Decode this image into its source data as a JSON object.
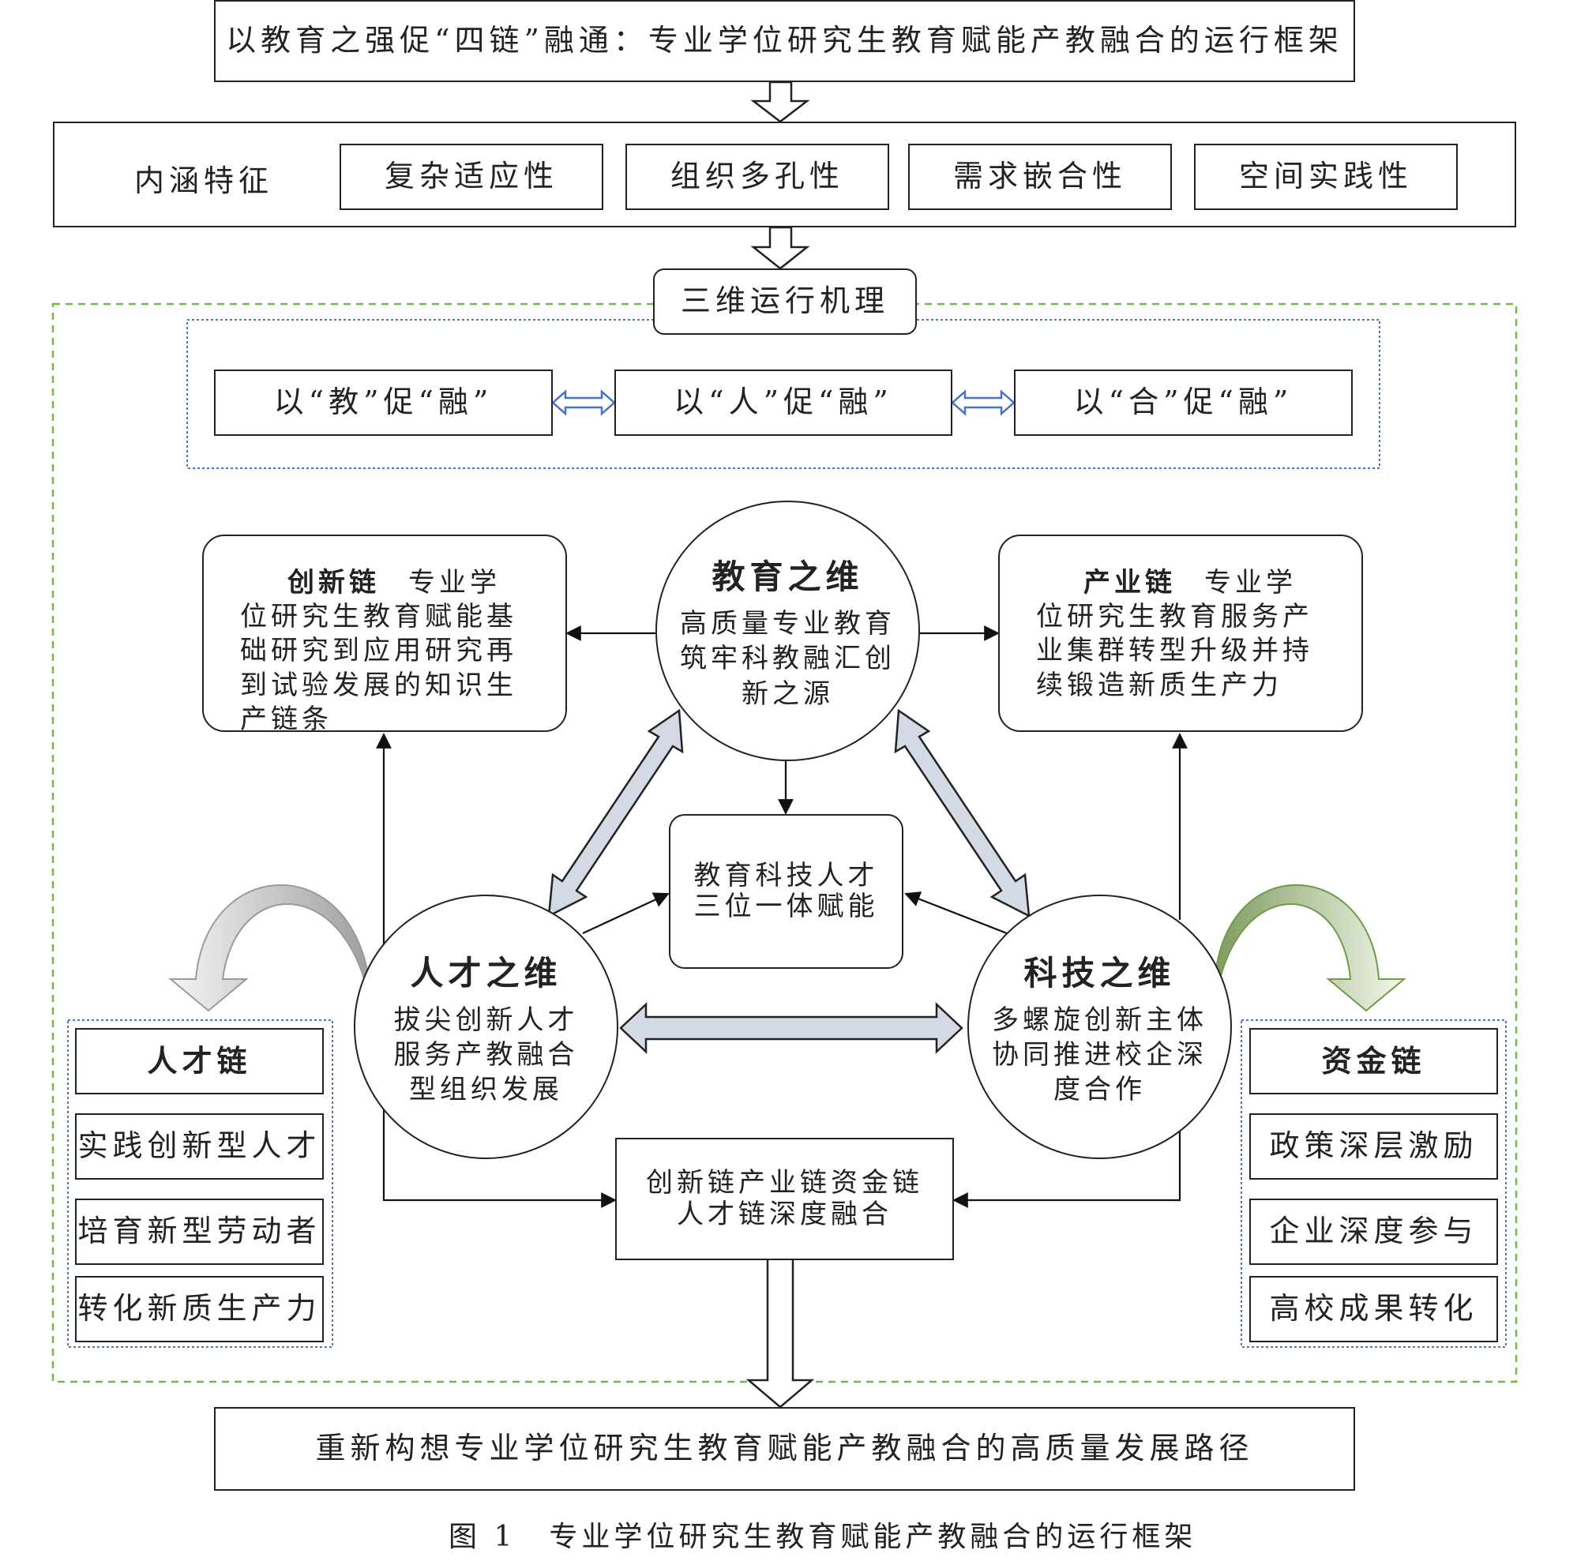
{
  "header": {
    "title": "以教育之强促“四链”融通：专业学位研究生教育赋能产教融合的运行框架"
  },
  "connotation": {
    "label": "内涵特征",
    "items": [
      "复杂适应性",
      "组织多孔性",
      "需求嵌合性",
      "空间实践性"
    ]
  },
  "mechanism": {
    "title": "三维运行机理",
    "items": [
      "以“教”促“融”",
      "以“人”促“融”",
      "以“合”促“融”"
    ]
  },
  "dimensions": {
    "education": {
      "title": "教育之维",
      "body": [
        "高质量专业教育",
        "筑牢科教融汇创",
        "新之源"
      ]
    },
    "talent": {
      "title": "人才之维",
      "body": [
        "拔尖创新人才",
        "服务产教融合",
        "型组织发展"
      ]
    },
    "tech": {
      "title": "科技之维",
      "body": [
        "多螺旋创新主体",
        "协同推进校企深",
        "度合作"
      ]
    }
  },
  "innovation_chain": {
    "name": "创新链",
    "body": "专业学位研究生教育赋能基础研究到应用研究再到试验发展的知识生产链条"
  },
  "industry_chain": {
    "name": "产业链",
    "body": "专业学位研究生教育服务产业集群转型升级并持续锻造新质生产力"
  },
  "center": {
    "lines": [
      "教育科技人才",
      "三位一体赋能"
    ]
  },
  "fusion": {
    "lines": [
      "创新链产业链资金链",
      "人才链深度融合"
    ]
  },
  "talent_chain": {
    "title": "人才链",
    "items": [
      "实践创新型人才",
      "培育新型劳动者",
      "转化新质生产力"
    ]
  },
  "capital_chain": {
    "title": "资金链",
    "items": [
      "政策深层激励",
      "企业深度参与",
      "高校成果转化"
    ]
  },
  "footer": {
    "path": "重新构想专业学位研究生教育赋能产教融合的高质量发展路径"
  },
  "caption": {
    "figure": "图 1",
    "text": "专业学位研究生教育赋能产教融合的运行框架"
  },
  "colors": {
    "line": "#222222",
    "outer_dashed": "#7ab648",
    "inner_dotted": "#4a72c0",
    "double_arrow_fill": "#d3dae6",
    "small_double_arrow": "#4a72c0",
    "left_curve": "#c8c8c8",
    "right_curve": "#8fb36a"
  }
}
